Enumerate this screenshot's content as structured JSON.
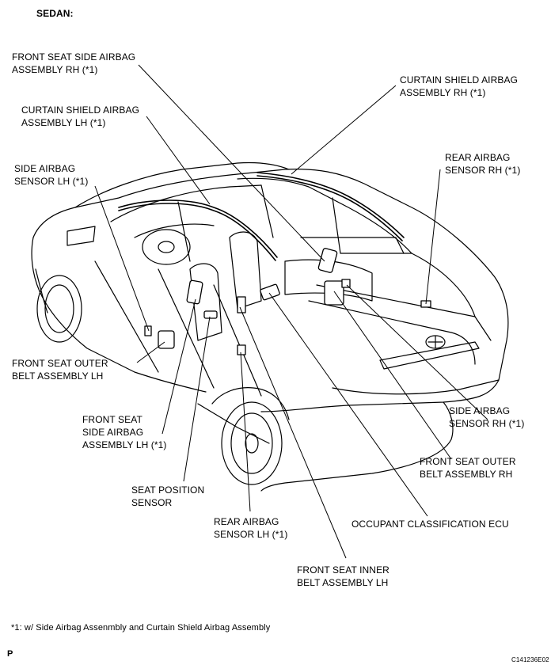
{
  "heading": "SEDAN:",
  "labels": {
    "front_seat_side_airbag_rh": [
      "FRONT SEAT SIDE AIRBAG",
      "ASSEMBLY RH (*1)"
    ],
    "curtain_shield_airbag_rh": [
      "CURTAIN SHIELD AIRBAG",
      "ASSEMBLY RH (*1)"
    ],
    "curtain_shield_airbag_lh": [
      "CURTAIN SHIELD AIRBAG",
      "ASSEMBLY LH (*1)"
    ],
    "side_airbag_sensor_lh": [
      "SIDE AIRBAG",
      "SENSOR LH (*1)"
    ],
    "rear_airbag_sensor_rh": [
      "REAR AIRBAG",
      "SENSOR RH (*1)"
    ],
    "front_seat_outer_belt_lh": [
      "FRONT SEAT OUTER",
      "BELT ASSEMBLY LH"
    ],
    "front_seat_side_airbag_lh": [
      "FRONT SEAT",
      "SIDE AIRBAG",
      "ASSEMBLY LH (*1)"
    ],
    "side_airbag_sensor_rh": [
      "SIDE AIRBAG",
      "SENSOR RH (*1)"
    ],
    "front_seat_outer_belt_rh": [
      "FRONT SEAT OUTER",
      "BELT ASSEMBLY RH"
    ],
    "seat_position_sensor": [
      "SEAT POSITION",
      "SENSOR"
    ],
    "rear_airbag_sensor_lh": [
      "REAR AIRBAG",
      "SENSOR LH (*1)"
    ],
    "occupant_classification_ecu": [
      "OCCUPANT CLASSIFICATION ECU"
    ],
    "front_seat_inner_belt_lh": [
      "FRONT SEAT INNER",
      "BELT ASSEMBLY LH"
    ]
  },
  "footnote": "*1: w/ Side Airbag Assenmbly and Curtain Shield Airbag Assembly",
  "page_marker": "P",
  "figure_code": "C141236E02"
}
